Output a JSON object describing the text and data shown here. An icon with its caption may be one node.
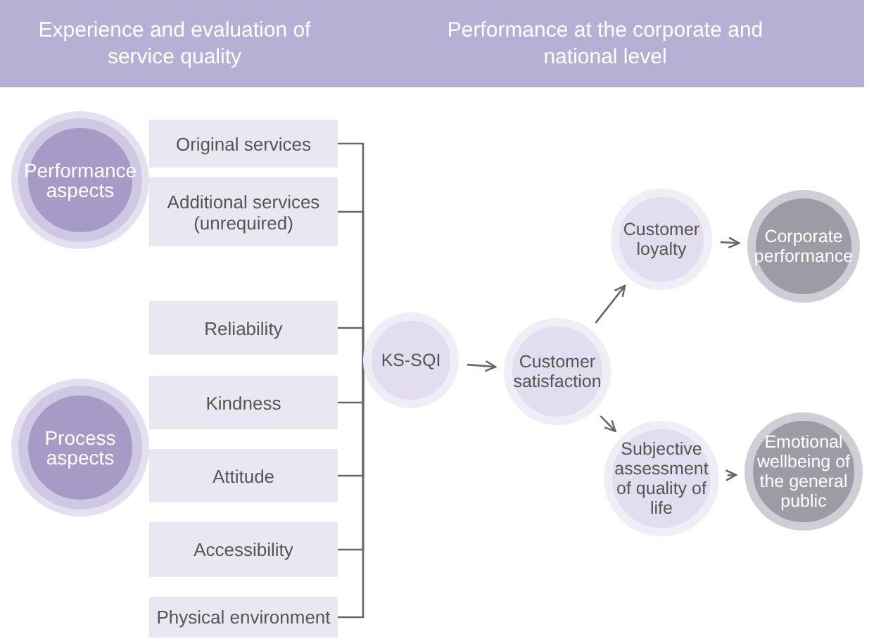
{
  "diagram": {
    "nodes": [
      {
        "text": [
          "Experience and evaluation of service quality",
          "Performance at the corporate and national level"
        ]
      },
      {
        "text": [
          "Performance aspects"
        ]
      },
      {
        "text": [
          "Process aspects"
        ]
      },
      {
        "text": [
          "Original services"
        ]
      },
      {
        "text": [
          "Additional services (unrequired)"
        ]
      },
      {
        "text": [
          "Reliability"
        ]
      },
      {
        "text": [
          "Kindness"
        ]
      },
      {
        "text": [
          "Attitude"
        ]
      },
      {
        "text": [
          "Accessibility"
        ]
      },
      {
        "text": [
          "Physical environment"
        ]
      },
      {
        "text": [
          "KS-SQI"
        ]
      },
      {
        "text": [
          "Customer satisfaction"
        ]
      },
      {
        "text": [
          "Customer loyalty"
        ]
      },
      {
        "text": [
          "Corporate performance"
        ]
      },
      {
        "text": [
          "Subjective assessment of quality of life"
        ]
      },
      {
        "text": [
          "Emotional wellbeing of the general public"
        ]
      }
    ],
    "edges": [
      {
        "from": 3,
        "to": 10,
        "arrow": "none"
      },
      {
        "from": 4,
        "to": 10,
        "arrow": "none"
      },
      {
        "from": 5,
        "to": 10,
        "arrow": "none"
      },
      {
        "from": 6,
        "to": 10,
        "arrow": "none"
      },
      {
        "from": 7,
        "to": 10,
        "arrow": "none"
      },
      {
        "from": 8,
        "to": 10,
        "arrow": "none"
      },
      {
        "from": 9,
        "to": 10,
        "arrow": "none"
      },
      {
        "from": 10,
        "to": 11,
        "arrow": "to"
      },
      {
        "from": 11,
        "to": 12,
        "arrow": "to"
      },
      {
        "from": 11,
        "to": 14,
        "arrow": "to"
      },
      {
        "from": 12,
        "to": 13,
        "arrow": "to"
      },
      {
        "from": 14,
        "to": 15,
        "arrow": "to"
      }
    ]
  }
}
